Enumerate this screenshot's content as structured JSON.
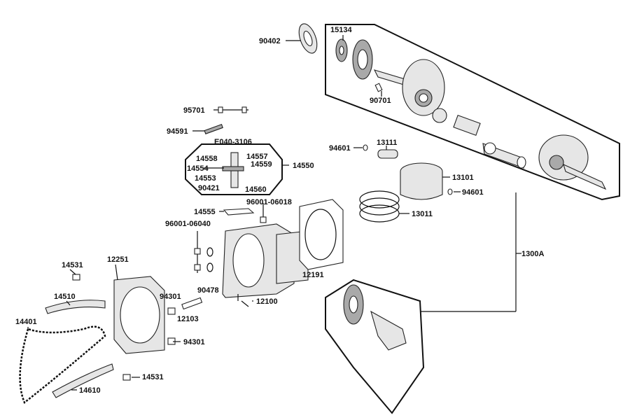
{
  "labels": {
    "l90402": "90402",
    "l15134": "15134",
    "l90701": "90701",
    "l95701": "95701",
    "l94591": "94591",
    "lE040": "E040-3106",
    "l14558": "14558",
    "l14557": "14557",
    "l14554": "14554",
    "l14559": "14559",
    "l14550": "14550",
    "l14553": "14553",
    "l90421": "90421",
    "l14560": "14560",
    "l94601a": "94601",
    "l13111": "13111",
    "l13101": "13101",
    "l94601b": "94601",
    "l13011": "13011",
    "l14555": "14555",
    "l96001a": "96001-06018",
    "l96001b": "96001-06040",
    "l12191": "12191",
    "l90478": "90478",
    "l12100": "12100",
    "l1300A": "1300A",
    "l14531a": "14531",
    "l12251": "12251",
    "l14510": "14510",
    "l94301a": "94301",
    "l12103": "12103",
    "l14401": "14401",
    "l94301b": "94301",
    "l14531b": "14531",
    "l14610": "14610"
  }
}
